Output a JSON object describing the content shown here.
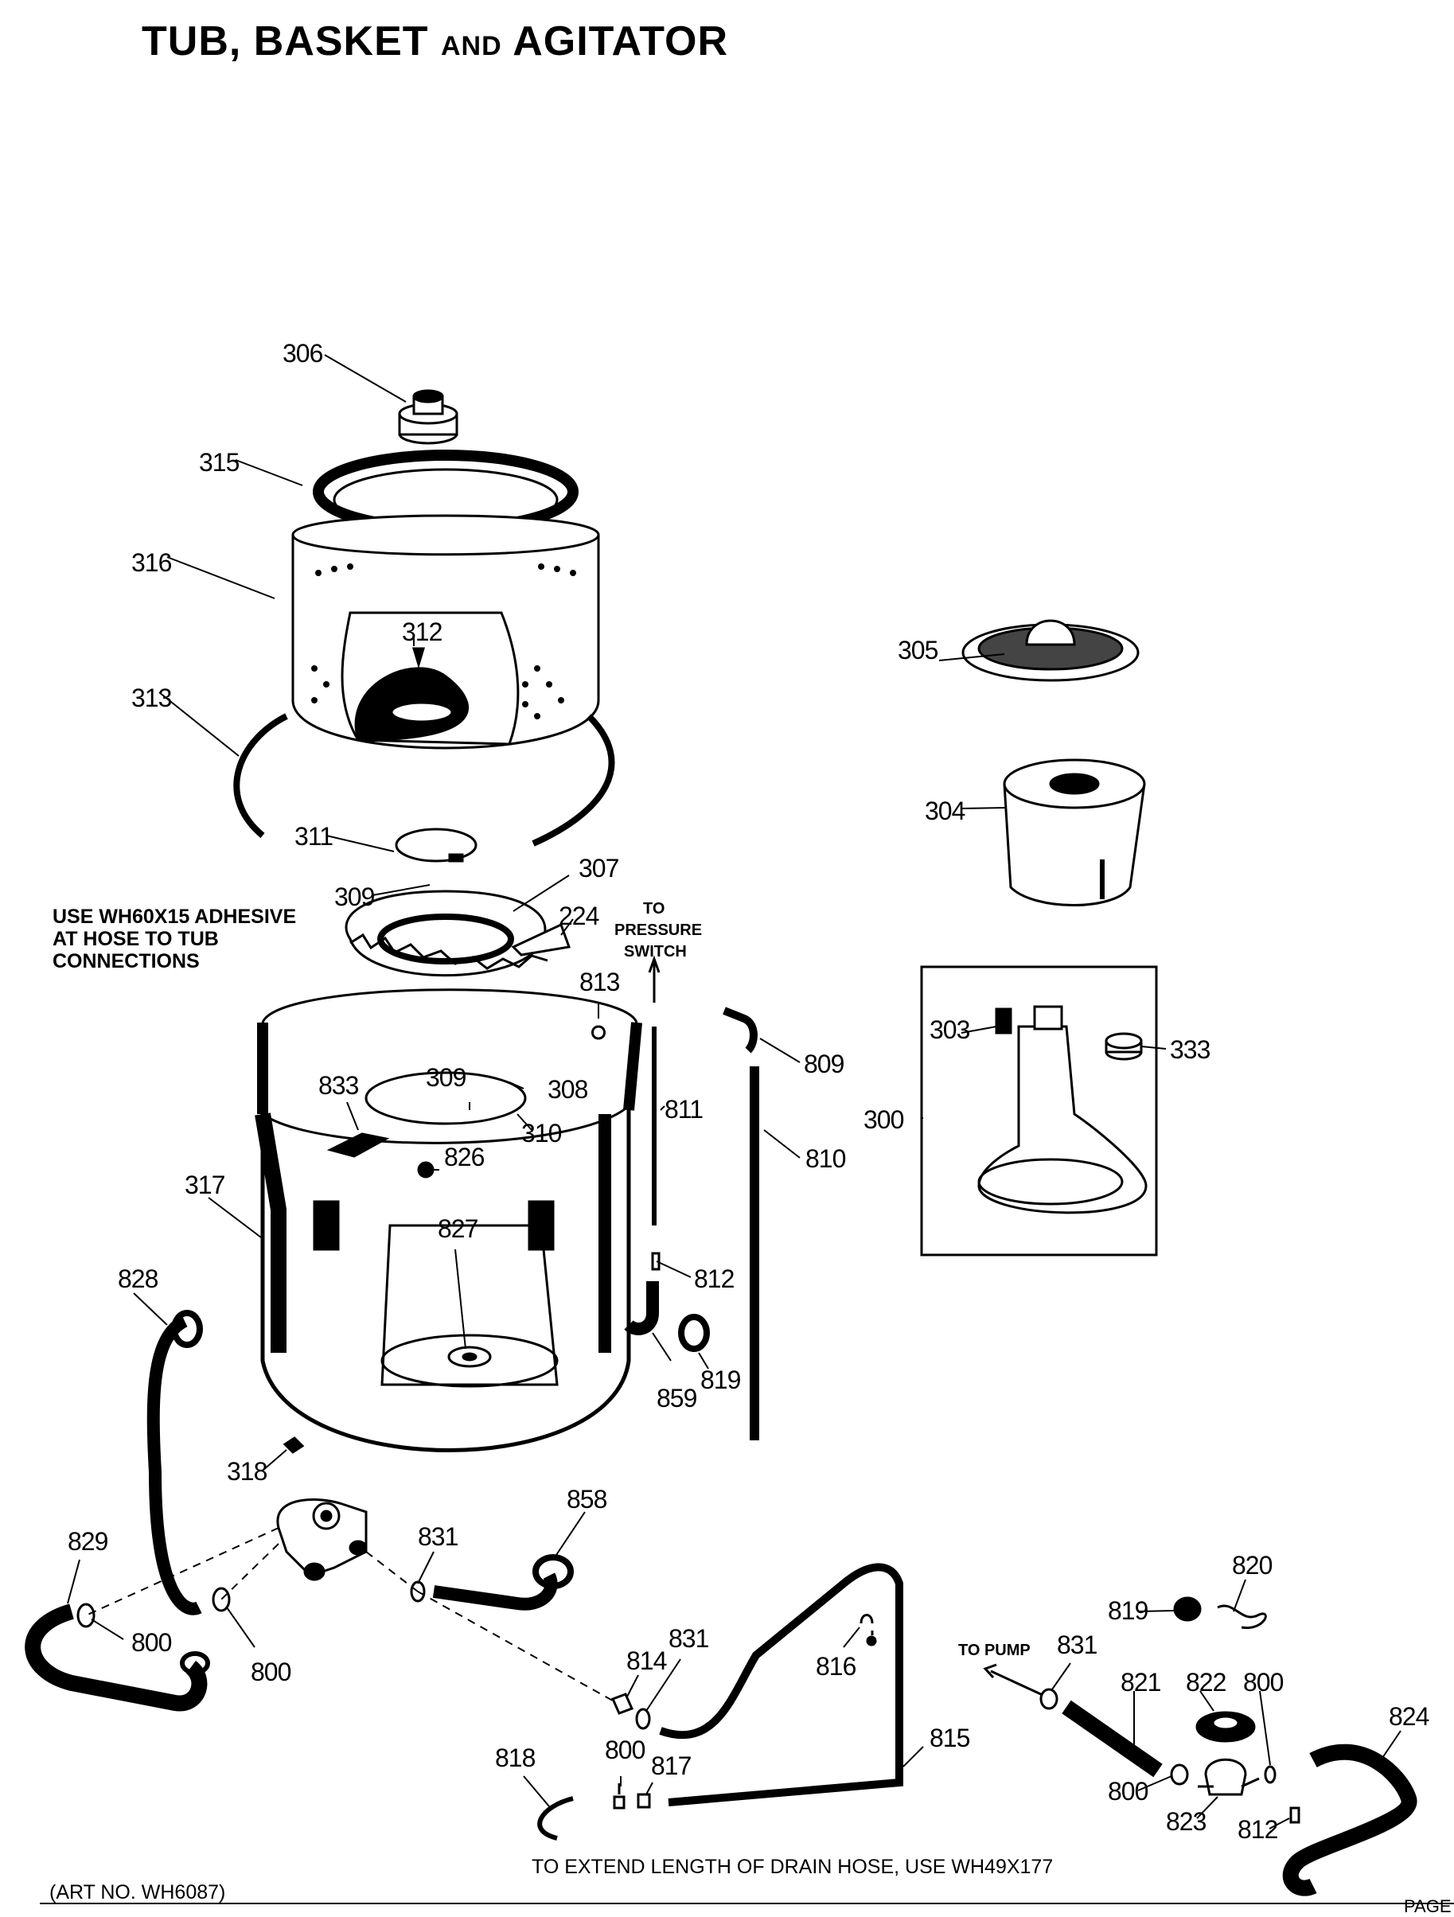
{
  "title": {
    "part1": "TUB, BASKET ",
    "part2": "AND",
    "part3": " AGITATOR"
  },
  "notes": {
    "adhesive": [
      "USE WH60X15 ADHESIVE",
      "AT HOSE TO TUB",
      "CONNECTIONS"
    ],
    "pressure_switch": [
      "TO",
      "PRESSURE",
      "SWITCH"
    ],
    "to_pump": "TO PUMP",
    "drain_hose": "TO EXTEND LENGTH OF DRAIN HOSE, USE WH49X177",
    "art_no": "(ART NO. WH6087)",
    "page": "PAGE"
  },
  "parts": {
    "p306": "306",
    "p315": "315",
    "p316": "316",
    "p312": "312",
    "p313": "313",
    "p311": "311",
    "p309a": "309",
    "p307": "307",
    "p224": "224",
    "p813": "813",
    "p809": "809",
    "p811": "811",
    "p810": "810",
    "p833": "833",
    "p309b": "309",
    "p308": "308",
    "p310": "310",
    "p826": "826",
    "p317": "317",
    "p827": "827",
    "p812a": "812",
    "p859": "859",
    "p819a": "819",
    "p828": "828",
    "p318": "318",
    "p858": "858",
    "p831a": "831",
    "p829": "829",
    "p800a": "800",
    "p800b": "800",
    "p814": "814",
    "p831b": "831",
    "p816": "816",
    "p818": "818",
    "p800c": "800",
    "p817": "817",
    "p815": "815",
    "p305": "305",
    "p304": "304",
    "p303": "303",
    "p333": "333",
    "p300": "300",
    "p820": "820",
    "p819b": "819",
    "p831c": "831",
    "p821": "821",
    "p822": "822",
    "p800d": "800",
    "p824": "824",
    "p800e": "800",
    "p823": "823",
    "p812b": "812"
  }
}
